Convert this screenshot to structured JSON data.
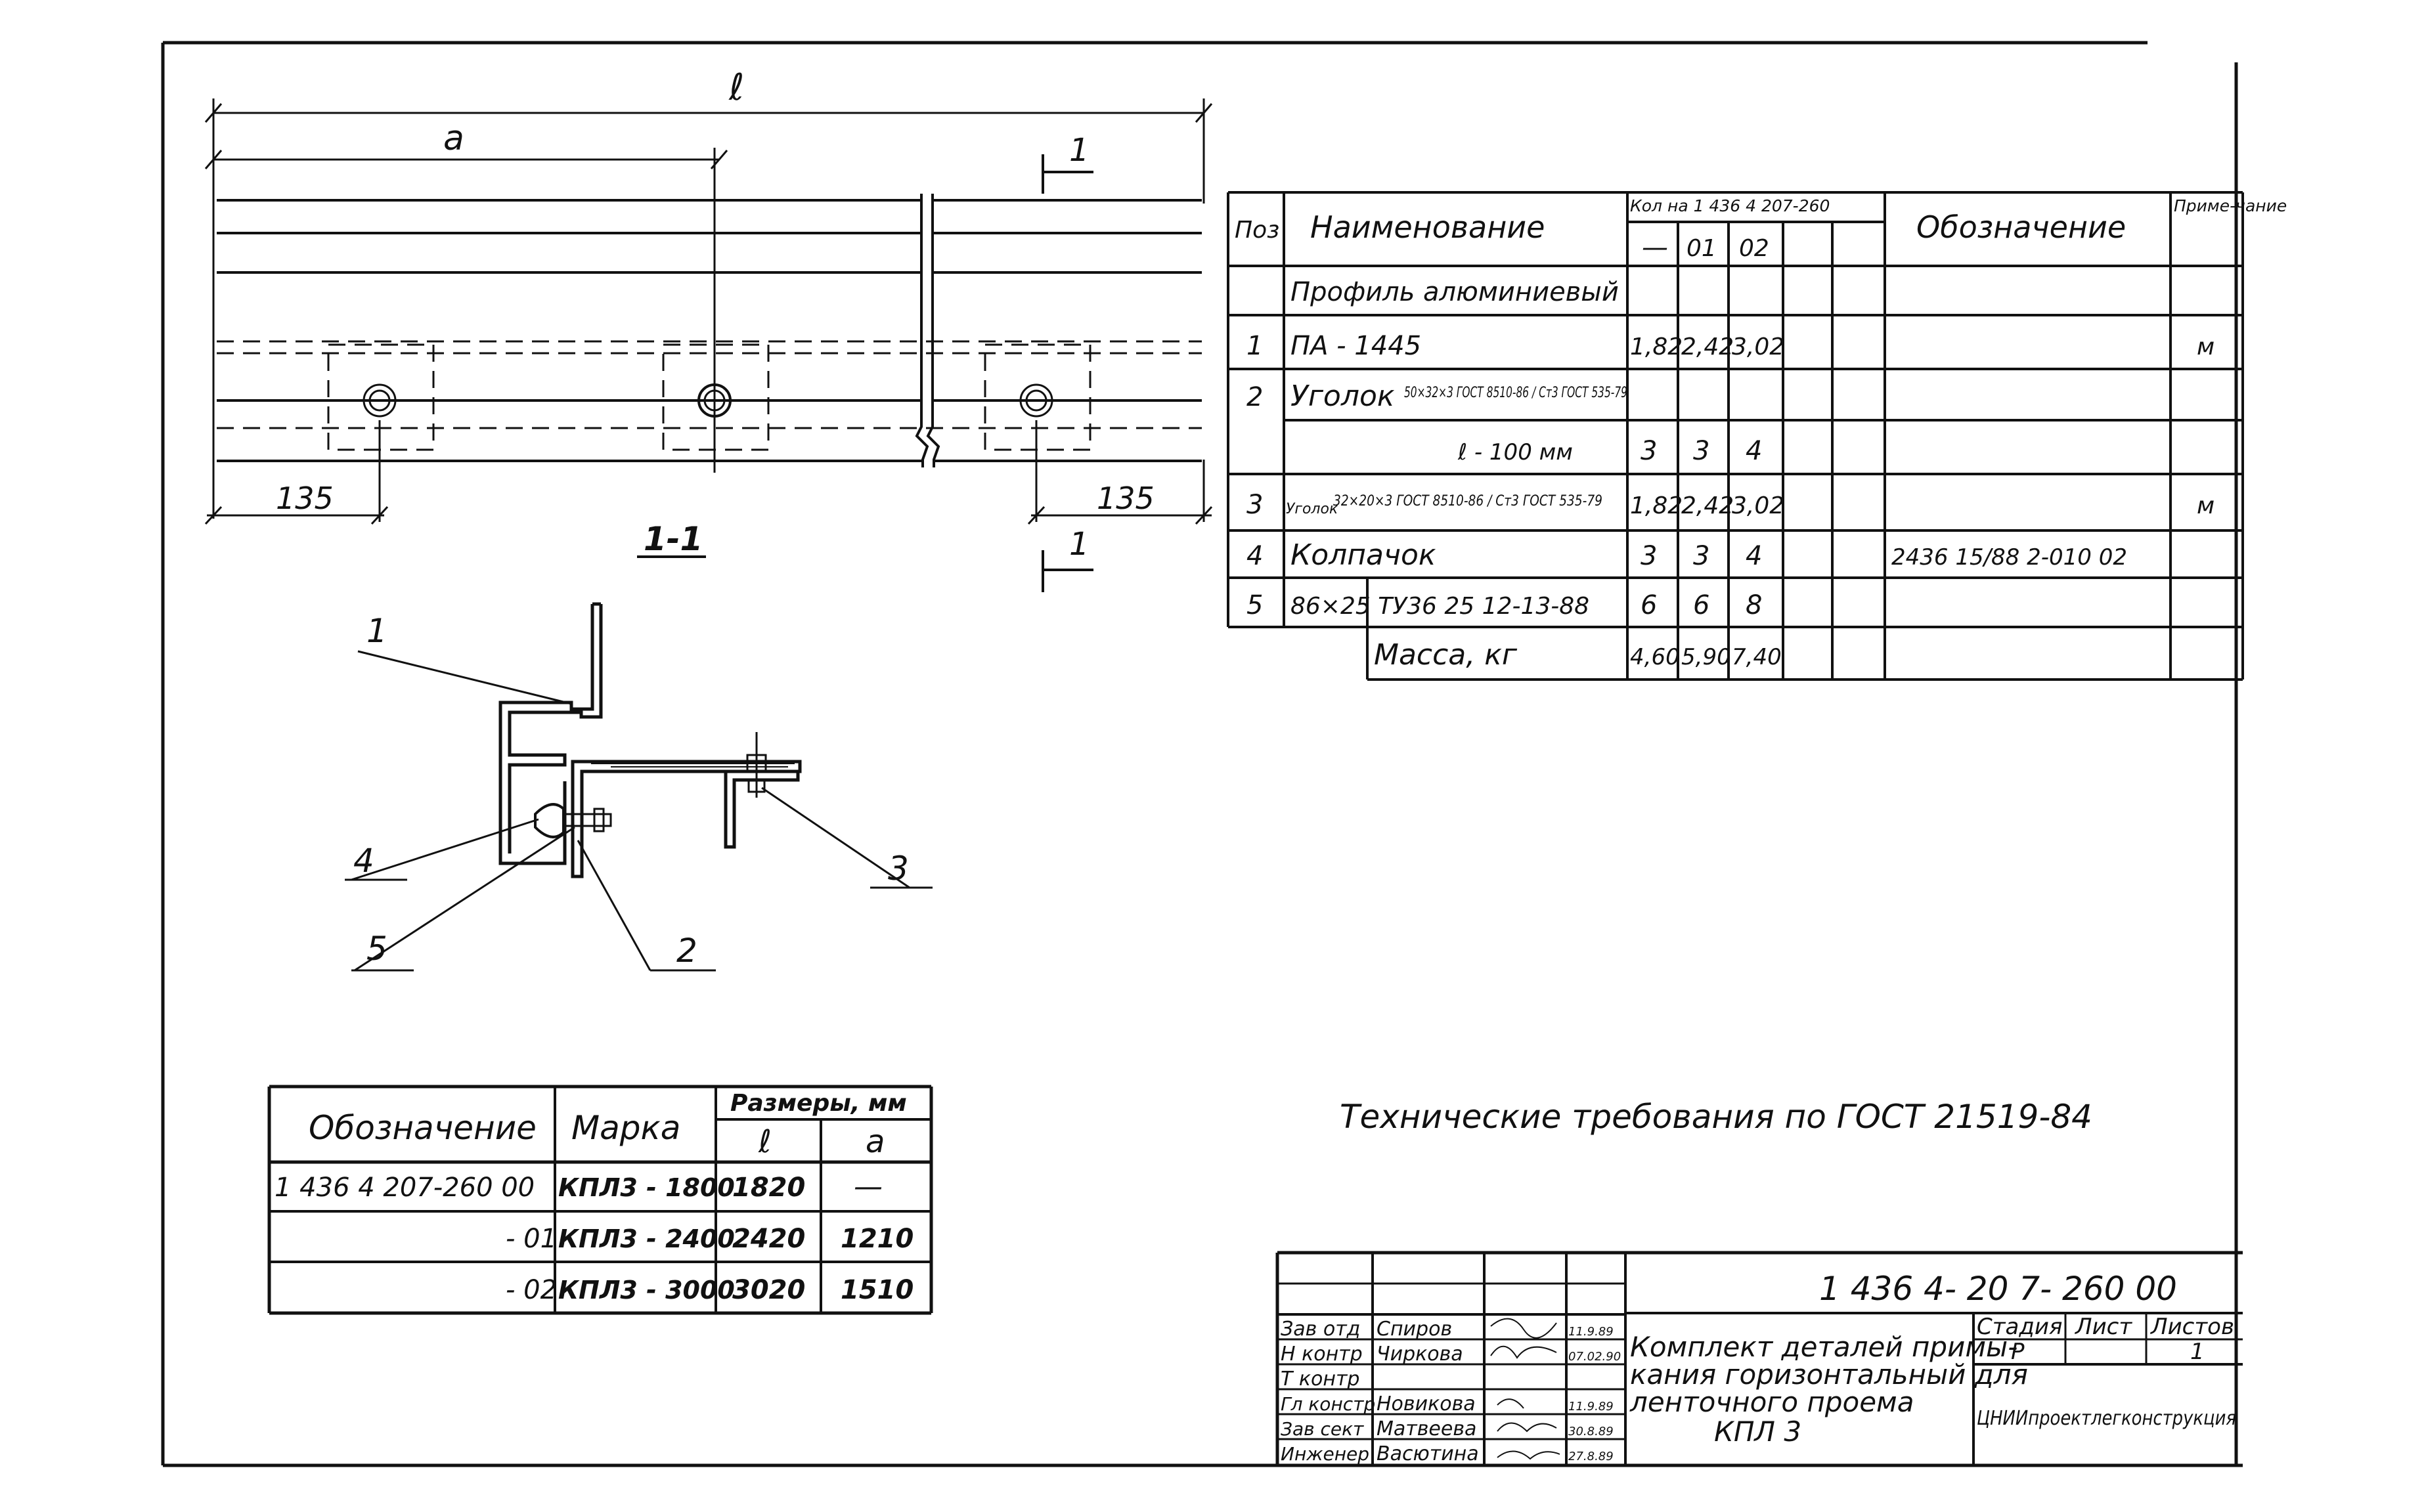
{
  "plan": {
    "dim_l": "ℓ",
    "dim_a": "а",
    "dim_left": "135",
    "dim_right": "135",
    "section_mark": "1",
    "section_title": "1-1"
  },
  "callouts": [
    "1",
    "2",
    "3",
    "4",
    "5"
  ],
  "spec": {
    "headers": {
      "pos": "Поз",
      "name": "Наименование",
      "qty": "Кол на 1 436 4 207-260",
      "designation": "Обозначение",
      "note": "Приме-чание",
      "variants": [
        "—",
        "01",
        "02"
      ]
    },
    "rows": [
      {
        "pos": "",
        "name": "Профиль алюминиевый",
        "name_sub": "",
        "q0": "",
        "q1": "",
        "q2": "",
        "designation": "",
        "note": ""
      },
      {
        "pos": "1",
        "name": "ПА - 1445",
        "name_sub": "",
        "q0": "1,82",
        "q1": "2,42",
        "q2": "3,02",
        "designation": "",
        "note": "м"
      },
      {
        "pos": "2",
        "name": "Уголок",
        "name_sub": "50×32×3 ГОСТ 8510-86 / Ст3 ГОСТ 535-79",
        "q0": "",
        "q1": "",
        "q2": "",
        "designation": "",
        "note": ""
      },
      {
        "pos": "",
        "name": "ℓ - 100 мм",
        "name_sub": "",
        "q0": "3",
        "q1": "3",
        "q2": "4",
        "designation": "",
        "note": ""
      },
      {
        "pos": "3",
        "name": "Уголок",
        "name_sub": "32×20×3 ГОСТ 8510-86 / Ст3 ГОСТ 535-79",
        "q0": "1,82",
        "q1": "2,42",
        "q2": "3,02",
        "designation": "",
        "note": "м"
      },
      {
        "pos": "4",
        "name": "Колпачок",
        "name_sub": "",
        "q0": "3",
        "q1": "3",
        "q2": "4",
        "designation": "2436 15/88 2-010 02",
        "note": ""
      },
      {
        "pos": "5",
        "name": "86×25 ТУ36 25 12-13-88",
        "name_sub": "",
        "q0": "6",
        "q1": "6",
        "q2": "8",
        "designation": "",
        "note": ""
      }
    ],
    "mass_label": "Масса, кг",
    "mass": [
      "4,60",
      "5,90",
      "7,40"
    ]
  },
  "variants_table": {
    "h_designation": "Обозначение",
    "h_mark": "Марка",
    "h_sizes": "Размеры, мм",
    "h_l": "ℓ",
    "h_a": "а",
    "rows": [
      {
        "designation": "1 436 4 207-260 00",
        "mark": "КПЛ3 - 1800",
        "l": "1820",
        "a": "—"
      },
      {
        "designation": "- 01",
        "mark": "КПЛ3 - 2400",
        "l": "2420",
        "a": "1210"
      },
      {
        "designation": "- 02",
        "mark": "КПЛ3 - 3000",
        "l": "3020",
        "a": "1510"
      }
    ]
  },
  "tech_req": "Технические требования по ГОСТ 21519-84",
  "title_block": {
    "code": "1 436 4- 20 7- 260 00",
    "title_lines": [
      "Комплект деталей примы-",
      "кания горизонтальный для",
      "ленточного проема",
      "КПЛ 3"
    ],
    "stage_label": "Стадия",
    "sheet_label": "Лист",
    "sheets_label": "Листов",
    "stage": "Р",
    "sheets": "1",
    "org": "ЦНИИпроектлегконструкция",
    "people": [
      {
        "role": "Зав отд",
        "name": "Спиров",
        "date": "11.9.89"
      },
      {
        "role": "Н контр",
        "name": "Чиркова",
        "date": "07.02.90"
      },
      {
        "role": "Т контр",
        "name": "",
        "date": ""
      },
      {
        "role": "Гл констр",
        "name": "Новикова",
        "date": "11.9.89"
      },
      {
        "role": "Зав сект",
        "name": "Матвеева",
        "date": "30.8.89"
      },
      {
        "role": "Инженер",
        "name": "Васютина",
        "date": "27.8.89"
      }
    ]
  }
}
